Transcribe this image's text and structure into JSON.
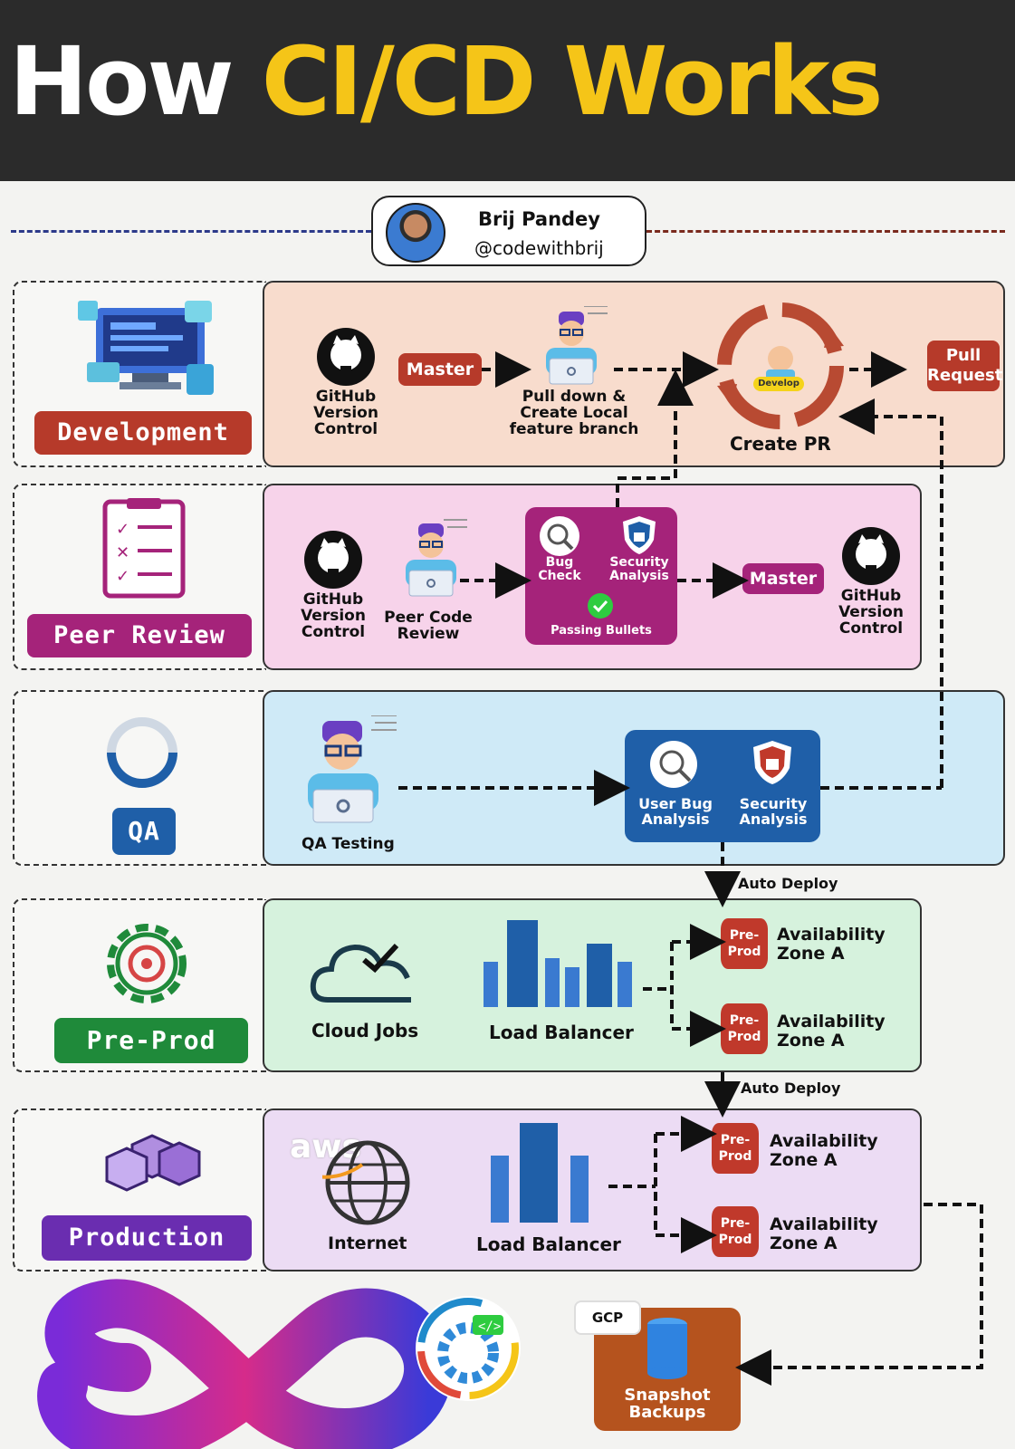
{
  "title": {
    "part1": "How",
    "part2": "CI/CD Works"
  },
  "author": {
    "name": "Brij Pandey",
    "handle": "@codewithbrij"
  },
  "stages": {
    "development": {
      "badge": "Development",
      "github_label": "GitHub\nVersion\nControl",
      "master": "Master",
      "pull_label": "Pull down &\nCreate Local\nfeature branch",
      "develop": "Develop",
      "create_pr": "Create PR",
      "pull_request": "Pull\nRequest"
    },
    "peer_review": {
      "badge": "Peer Review",
      "github_label": "GitHub\nVersion\nControl",
      "peer_label": "Peer Code\nReview",
      "bug_check": "Bug\nCheck",
      "security": "Security\nAnalysis",
      "passing": "Passing Bullets",
      "master": "Master",
      "github_label_2": "GitHub\nVersion\nControl"
    },
    "qa": {
      "badge": "QA",
      "qa_testing": "QA Testing",
      "user_bug": "User Bug\nAnalysis",
      "security": "Security\nAnalysis",
      "auto_deploy": "Auto Deploy"
    },
    "pre_prod": {
      "badge": "Pre-Prod",
      "cloud_jobs": "Cloud Jobs",
      "load_balancer": "Load Balancer",
      "db_tag": "Pre-\nProd",
      "zone_a1": "Availability\nZone A",
      "zone_a2": "Availability\nZone A",
      "auto_deploy": "Auto Deploy"
    },
    "production": {
      "badge": "Production",
      "aws": "aws",
      "internet": "Internet",
      "load_balancer": "Load Balancer",
      "db_tag": "Pre-\nProd",
      "zone_a1": "Availability\nZone A",
      "zone_a2": "Availability\nZone A"
    }
  },
  "backup": {
    "gcp": "GCP",
    "label": "Snapshot\nBackups"
  },
  "colors": {
    "dev_bg": "#f8dccd",
    "dev_badge": "#b63a2a",
    "peer_bg": "#f7d3ea",
    "peer_badge": "#a5237a",
    "qa_bg": "#cfeaf7",
    "qa_badge": "#1f5fa8",
    "pre_bg": "#d6f2dd",
    "pre_badge": "#1f8a3a",
    "prod_bg": "#ecdcf4",
    "prod_badge": "#6a2db0",
    "title_yellow": "#f5c518"
  }
}
